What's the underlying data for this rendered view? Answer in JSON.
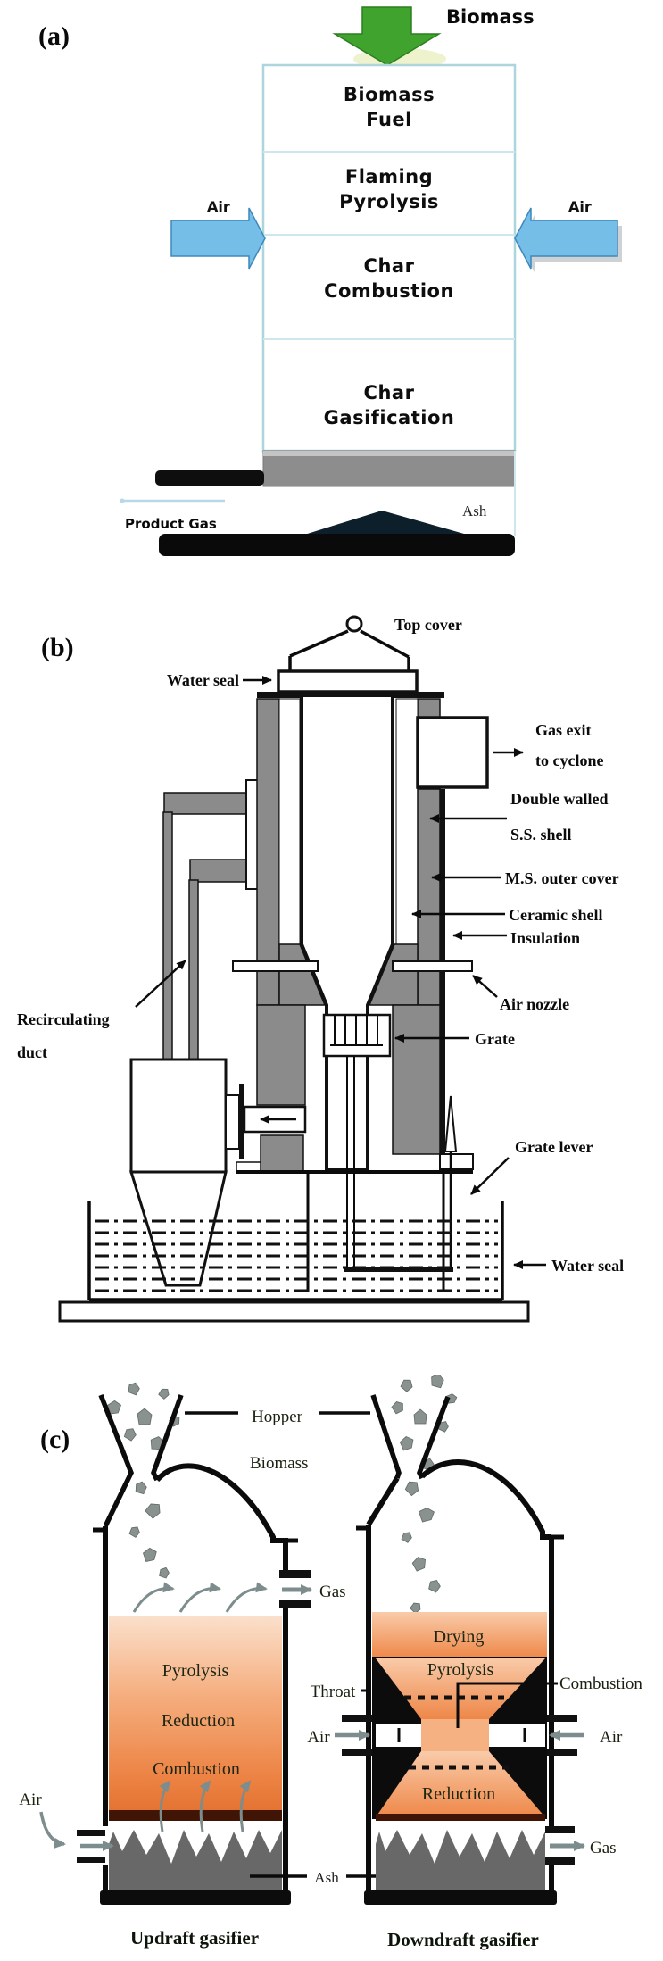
{
  "panel_a": {
    "tag": "(a)",
    "feed_label": "Biomass",
    "zones": [
      {
        "line1": "Biomass",
        "line2": "Fuel"
      },
      {
        "line1": "Flaming",
        "line2": "Pyrolysis"
      },
      {
        "line1": "Char",
        "line2": "Combustion"
      },
      {
        "line1": "Char",
        "line2": "Gasification"
      }
    ],
    "air_left": "Air",
    "air_right": "Air",
    "product_gas": "Product Gas",
    "ash": "Ash"
  },
  "panel_b": {
    "tag": "(b)",
    "labels": {
      "top_cover": "Top cover",
      "water_seal_top": "Water seal",
      "gas_exit_1": "Gas exit",
      "gas_exit_2": "to cyclone",
      "double_walled_1": "Double walled",
      "double_walled_2": "S.S. shell",
      "ms_outer_cover": "M.S. outer cover",
      "ceramic_shell": "Ceramic shell",
      "insulation": "Insulation",
      "air_nozzle": "Air nozzle",
      "grate": "Grate",
      "recirculating_1": "Recirculating",
      "recirculating_2": "duct",
      "grate_lever": "Grate lever",
      "water_seal_bottom": "Water seal"
    }
  },
  "panel_c": {
    "tag": "(c)",
    "hopper": "Hopper",
    "biomass": "Biomass",
    "ash": "Ash",
    "updraft": {
      "gas": "Gas",
      "air": "Air",
      "zones": [
        "Pyrolysis",
        "Reduction",
        "Combustion"
      ],
      "caption": "Updraft gasifier"
    },
    "downdraft": {
      "zone_drying": "Drying",
      "zone_pyrolysis": "Pyrolysis",
      "throat": "Throat",
      "combustion": "Combustion",
      "air_left": "Air",
      "air_right": "Air",
      "zone_reduction": "Reduction",
      "gas": "Gas",
      "caption": "Downdraft gasifier"
    }
  },
  "colors": {
    "green_arrow": "#3fa32e",
    "blue_arrow": "#74bee8",
    "column_border": "#aed4de",
    "steel_gray": "#8b8b8b",
    "orange_zone": "#ef8748",
    "ash_gray": "#686868",
    "arrow_gray": "#7d8c8c"
  }
}
